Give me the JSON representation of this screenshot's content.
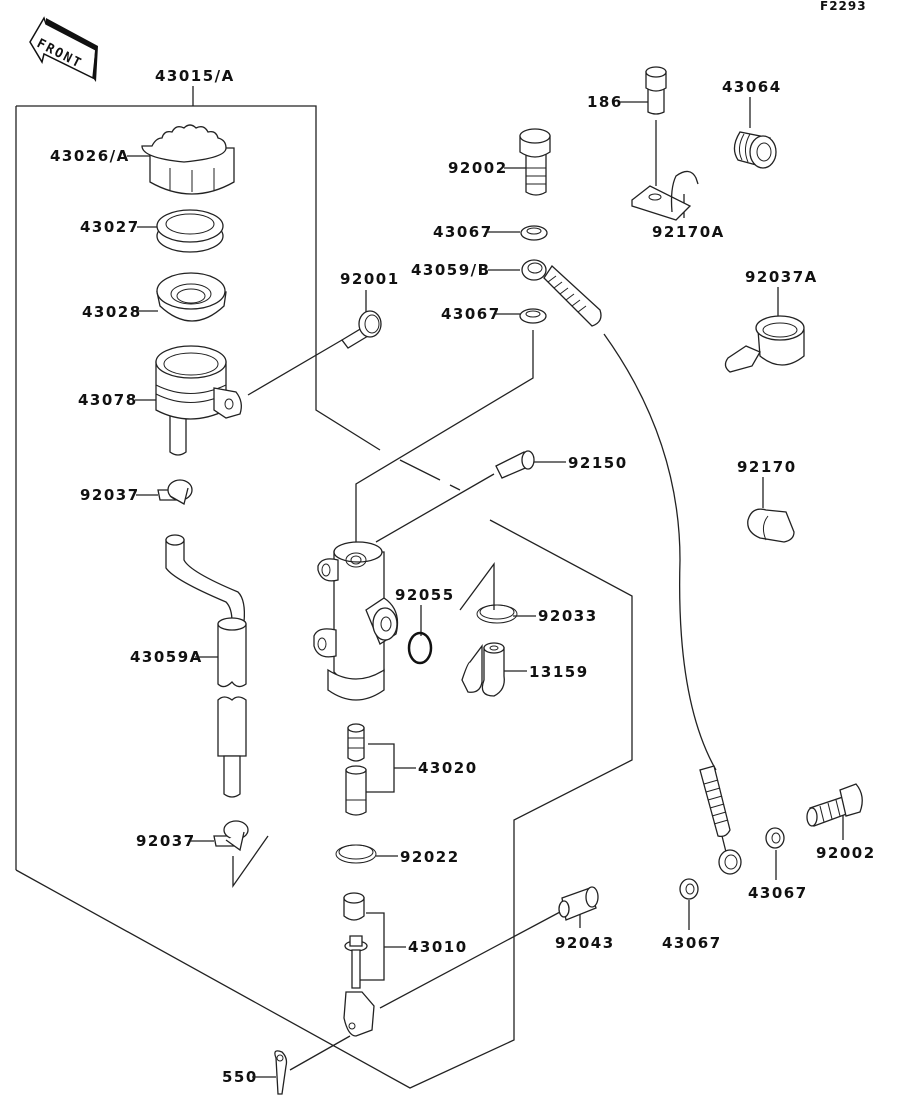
{
  "diagram": {
    "reference_code": "F2293",
    "front_indicator": "FRONT",
    "assembly_label": "43015/A",
    "parts": [
      {
        "id": "p43026A",
        "number": "43026/A",
        "name": "reservoir-cap"
      },
      {
        "id": "p43027",
        "number": "43027",
        "name": "cap-plate"
      },
      {
        "id": "p43028",
        "number": "43028",
        "name": "diaphragm"
      },
      {
        "id": "p43078",
        "number": "43078",
        "name": "reservoir-tank"
      },
      {
        "id": "p92001",
        "number": "92001",
        "name": "reservoir-bolt"
      },
      {
        "id": "p92037a",
        "number": "92037",
        "name": "hose-clamp-upper"
      },
      {
        "id": "p43059A",
        "number": "43059A",
        "name": "reservoir-hose"
      },
      {
        "id": "p92037b",
        "number": "92037",
        "name": "hose-clamp-lower"
      },
      {
        "id": "p92002a",
        "number": "92002",
        "name": "banjo-bolt-upper"
      },
      {
        "id": "p43067a",
        "number": "43067",
        "name": "washer-1"
      },
      {
        "id": "p43059B",
        "number": "43059/B",
        "name": "brake-hose"
      },
      {
        "id": "p43067b",
        "number": "43067",
        "name": "washer-2"
      },
      {
        "id": "p186",
        "number": "186",
        "name": "bolt"
      },
      {
        "id": "p92170A",
        "number": "92170A",
        "name": "hose-clamp-bracket"
      },
      {
        "id": "p43064",
        "number": "43064",
        "name": "grommet"
      },
      {
        "id": "p92037A",
        "number": "92037A",
        "name": "hose-guide-clamp"
      },
      {
        "id": "p92150",
        "number": "92150",
        "name": "screw"
      },
      {
        "id": "p92170",
        "number": "92170",
        "name": "clip"
      },
      {
        "id": "p92055",
        "number": "92055",
        "name": "o-ring"
      },
      {
        "id": "p92033",
        "number": "92033",
        "name": "circlip"
      },
      {
        "id": "p13159",
        "number": "13159",
        "name": "elbow-fitting"
      },
      {
        "id": "p43020",
        "number": "43020",
        "name": "piston-assembly"
      },
      {
        "id": "p92022",
        "number": "92022",
        "name": "snap-ring"
      },
      {
        "id": "p43010",
        "number": "43010",
        "name": "push-rod-assembly"
      },
      {
        "id": "p92043",
        "number": "92043",
        "name": "clevis-pin"
      },
      {
        "id": "p550",
        "number": "550",
        "name": "cotter-pin"
      },
      {
        "id": "p43067c",
        "number": "43067",
        "name": "washer-3"
      },
      {
        "id": "p43067d",
        "number": "43067",
        "name": "washer-4"
      },
      {
        "id": "p92002b",
        "number": "92002",
        "name": "banjo-bolt-lower"
      }
    ]
  }
}
